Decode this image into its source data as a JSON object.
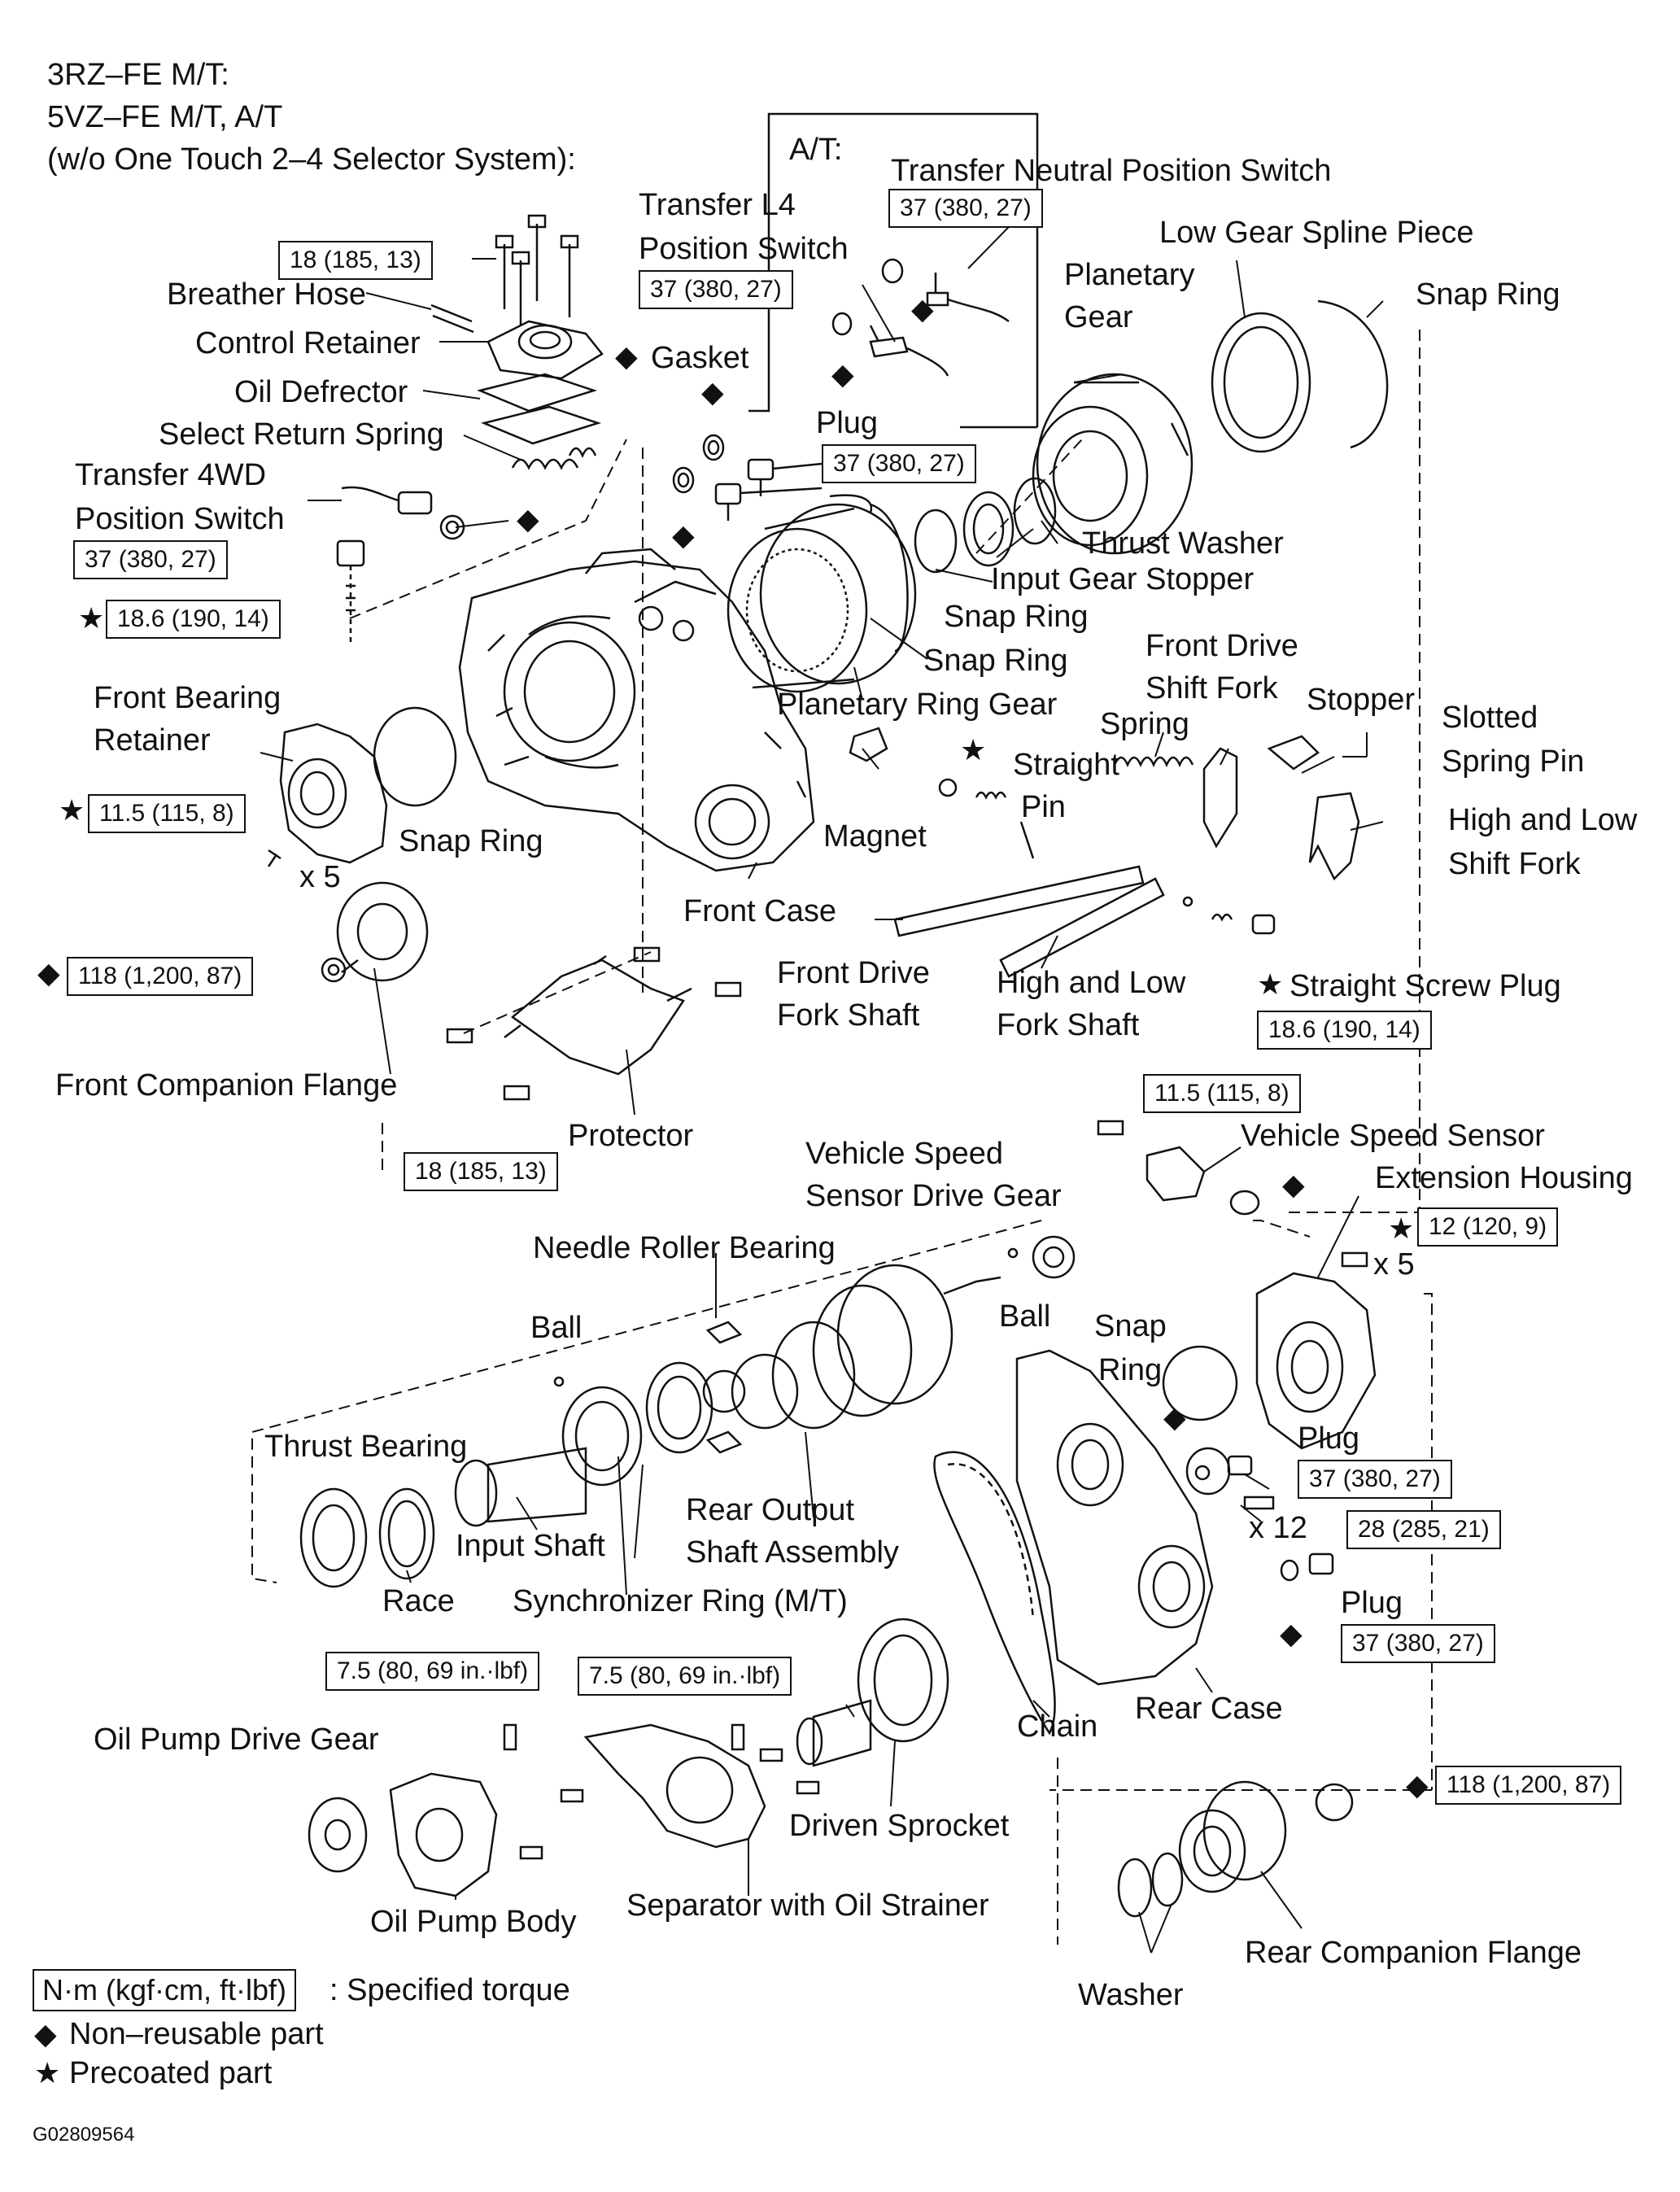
{
  "header": {
    "line1": "3RZ–FE M/T:",
    "line2": "5VZ–FE M/T, A/T",
    "line3": "(w/o One Touch 2–4 Selector System):"
  },
  "at_box": {
    "title": "A/T:"
  },
  "labels": {
    "transfer_neutral_position_switch": "Transfer Neutral Position Switch",
    "transfer_l4_line1": "Transfer L4",
    "transfer_l4_line2": "Position Switch",
    "low_gear_spline_piece": "Low Gear Spline Piece",
    "planetary_gear_line1": "Planetary",
    "planetary_gear_line2": "Gear",
    "snap_ring_top": "Snap Ring",
    "breather_hose": "Breather Hose",
    "control_retainer": "Control Retainer",
    "gasket": "Gasket",
    "oil_defrector": "Oil Defrector",
    "select_return_spring": "Select Return Spring",
    "plug_top": "Plug",
    "transfer_4wd_line1": "Transfer 4WD",
    "transfer_4wd_line2": "Position Switch",
    "thrust_washer": "Thrust Washer",
    "input_gear_stopper": "Input Gear Stopper",
    "snap_ring_mid1": "Snap Ring",
    "snap_ring_mid2": "Snap Ring",
    "planetary_ring_gear": "Planetary Ring Gear",
    "front_bearing_retainer_line1": "Front Bearing",
    "front_bearing_retainer_line2": "Retainer",
    "front_drive_shift_fork_line1": "Front Drive",
    "front_drive_shift_fork_line2": "Shift Fork",
    "stopper": "Stopper",
    "slotted_spring_pin_line1": "Slotted",
    "slotted_spring_pin_line2": "Spring Pin",
    "spring": "Spring",
    "straight_pin_line1": "Straight",
    "straight_pin_line2": "Pin",
    "high_low_shift_fork_line1": "High and Low",
    "high_low_shift_fork_line2": "Shift Fork",
    "snap_ring_left": "Snap Ring",
    "x5_left": "x 5",
    "magnet": "Magnet",
    "front_case": "Front Case",
    "front_drive_fork_shaft_line1": "Front Drive",
    "front_drive_fork_shaft_line2": "Fork Shaft",
    "high_low_fork_shaft_line1": "High and Low",
    "high_low_fork_shaft_line2": "Fork Shaft",
    "straight_screw_plug": "Straight Screw Plug",
    "front_companion_flange": "Front Companion Flange",
    "protector": "Protector",
    "vehicle_speed_sensor_drive_gear_line1": "Vehicle Speed",
    "vehicle_speed_sensor_drive_gear_line2": "Sensor Drive Gear",
    "vehicle_speed_sensor": "Vehicle Speed Sensor",
    "extension_housing": "Extension Housing",
    "x5_right": "x 5",
    "needle_roller_bearing": "Needle Roller Bearing",
    "ball_left": "Ball",
    "ball_right": "Ball",
    "snap_ring_right_line1": "Snap",
    "snap_ring_right_line2": "Ring",
    "thrust_bearing": "Thrust Bearing",
    "plug_right1": "Plug",
    "rear_output_shaft_line1": "Rear Output",
    "rear_output_shaft_line2": "Shaft Assembly",
    "input_shaft": "Input Shaft",
    "x12": "x 12",
    "plug_right2": "Plug",
    "race": "Race",
    "synchronizer_ring": "Synchronizer Ring (M/T)",
    "chain": "Chain",
    "rear_case": "Rear Case",
    "oil_pump_drive_gear": "Oil Pump Drive Gear",
    "driven_sprocket": "Driven Sprocket",
    "oil_pump_body": "Oil Pump Body",
    "separator": "Separator with Oil Strainer",
    "rear_companion_flange": "Rear Companion Flange",
    "washer": "Washer"
  },
  "torques": {
    "t_at_neutral": "37 (380, 27)",
    "t_l4": "37 (380, 27)",
    "t_control_retainer": "18 (185, 13)",
    "t_plug_top": "37 (380, 27)",
    "t_4wd": "37 (380, 27)",
    "t_186_left": "18.6 (190, 14)",
    "t_front_bearing": "11.5 (115, 8)",
    "t_front_flange": "118 (1,200, 87)",
    "t_protector": "18 (185, 13)",
    "t_screw_plug": "18.6 (190, 14)",
    "t_speed_sensor": "11.5 (115, 8)",
    "t_extension": "12 (120, 9)",
    "t_plug_r1": "37 (380, 27)",
    "t_rear_case": "28 (285, 21)",
    "t_plug_r2": "37 (380, 27)",
    "t_oil_pump": "7.5 (80, 69 in.·lbf)",
    "t_separator": "7.5 (80, 69 in.·lbf)",
    "t_rear_flange": "118 (1,200, 87)"
  },
  "legend": {
    "torque_unit": "N·m (kgf·cm, ft·lbf)",
    "torque_desc": ": Specified torque",
    "non_reusable": "Non–reusable part",
    "precoated": "Precoated part"
  },
  "figure_id": "G02809564",
  "symbols": {
    "diamond": "◆",
    "star": "★"
  }
}
